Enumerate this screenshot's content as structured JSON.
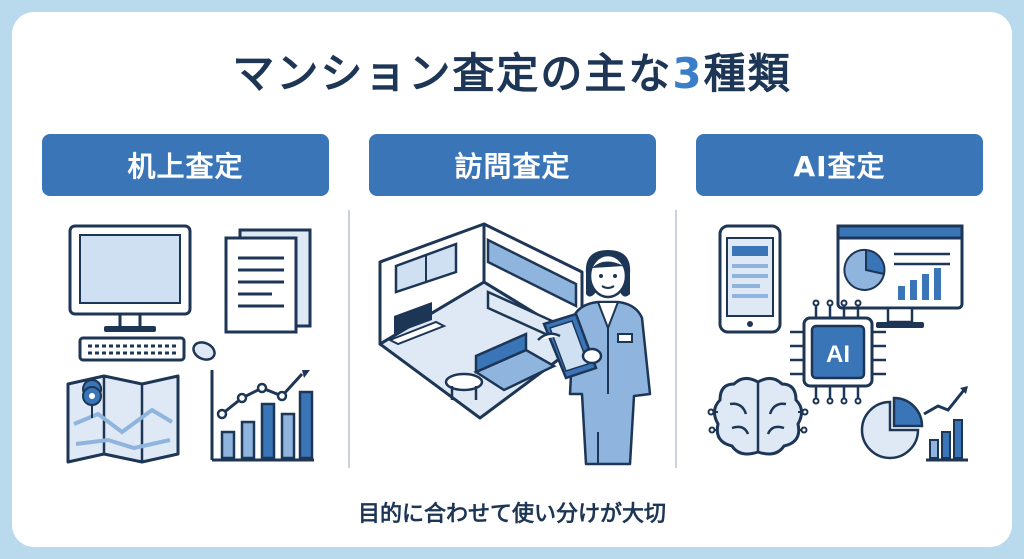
{
  "title": {
    "prefix": "マンション査定の主な",
    "number": "3",
    "suffix": "種類"
  },
  "sections": [
    {
      "label": "机上査定"
    },
    {
      "label": "訪問査定"
    },
    {
      "label": "AI査定"
    }
  ],
  "ai_chip_label": "AI",
  "footer": "目的に合わせて使い分けが大切",
  "colors": {
    "frame": "#b9d9ec",
    "label_bg": "#3a75b8",
    "title_text": "#1d3656",
    "accent": "#3a7dc9",
    "icon_stroke": "#1d3656",
    "icon_fill_light": "#dfe9f5",
    "icon_fill_mid": "#8fb4de"
  },
  "icons": [
    "desktop-computer-icon",
    "keyboard-icon",
    "mouse-icon",
    "documents-icon",
    "map-icon",
    "growth-chart-icon",
    "floor-plan-room-icon",
    "businesswoman-with-clipboard-icon",
    "smartphone-icon",
    "dashboard-monitor-icon",
    "ai-chip-icon",
    "brain-circuit-icon",
    "pie-growth-chart-icon"
  ]
}
